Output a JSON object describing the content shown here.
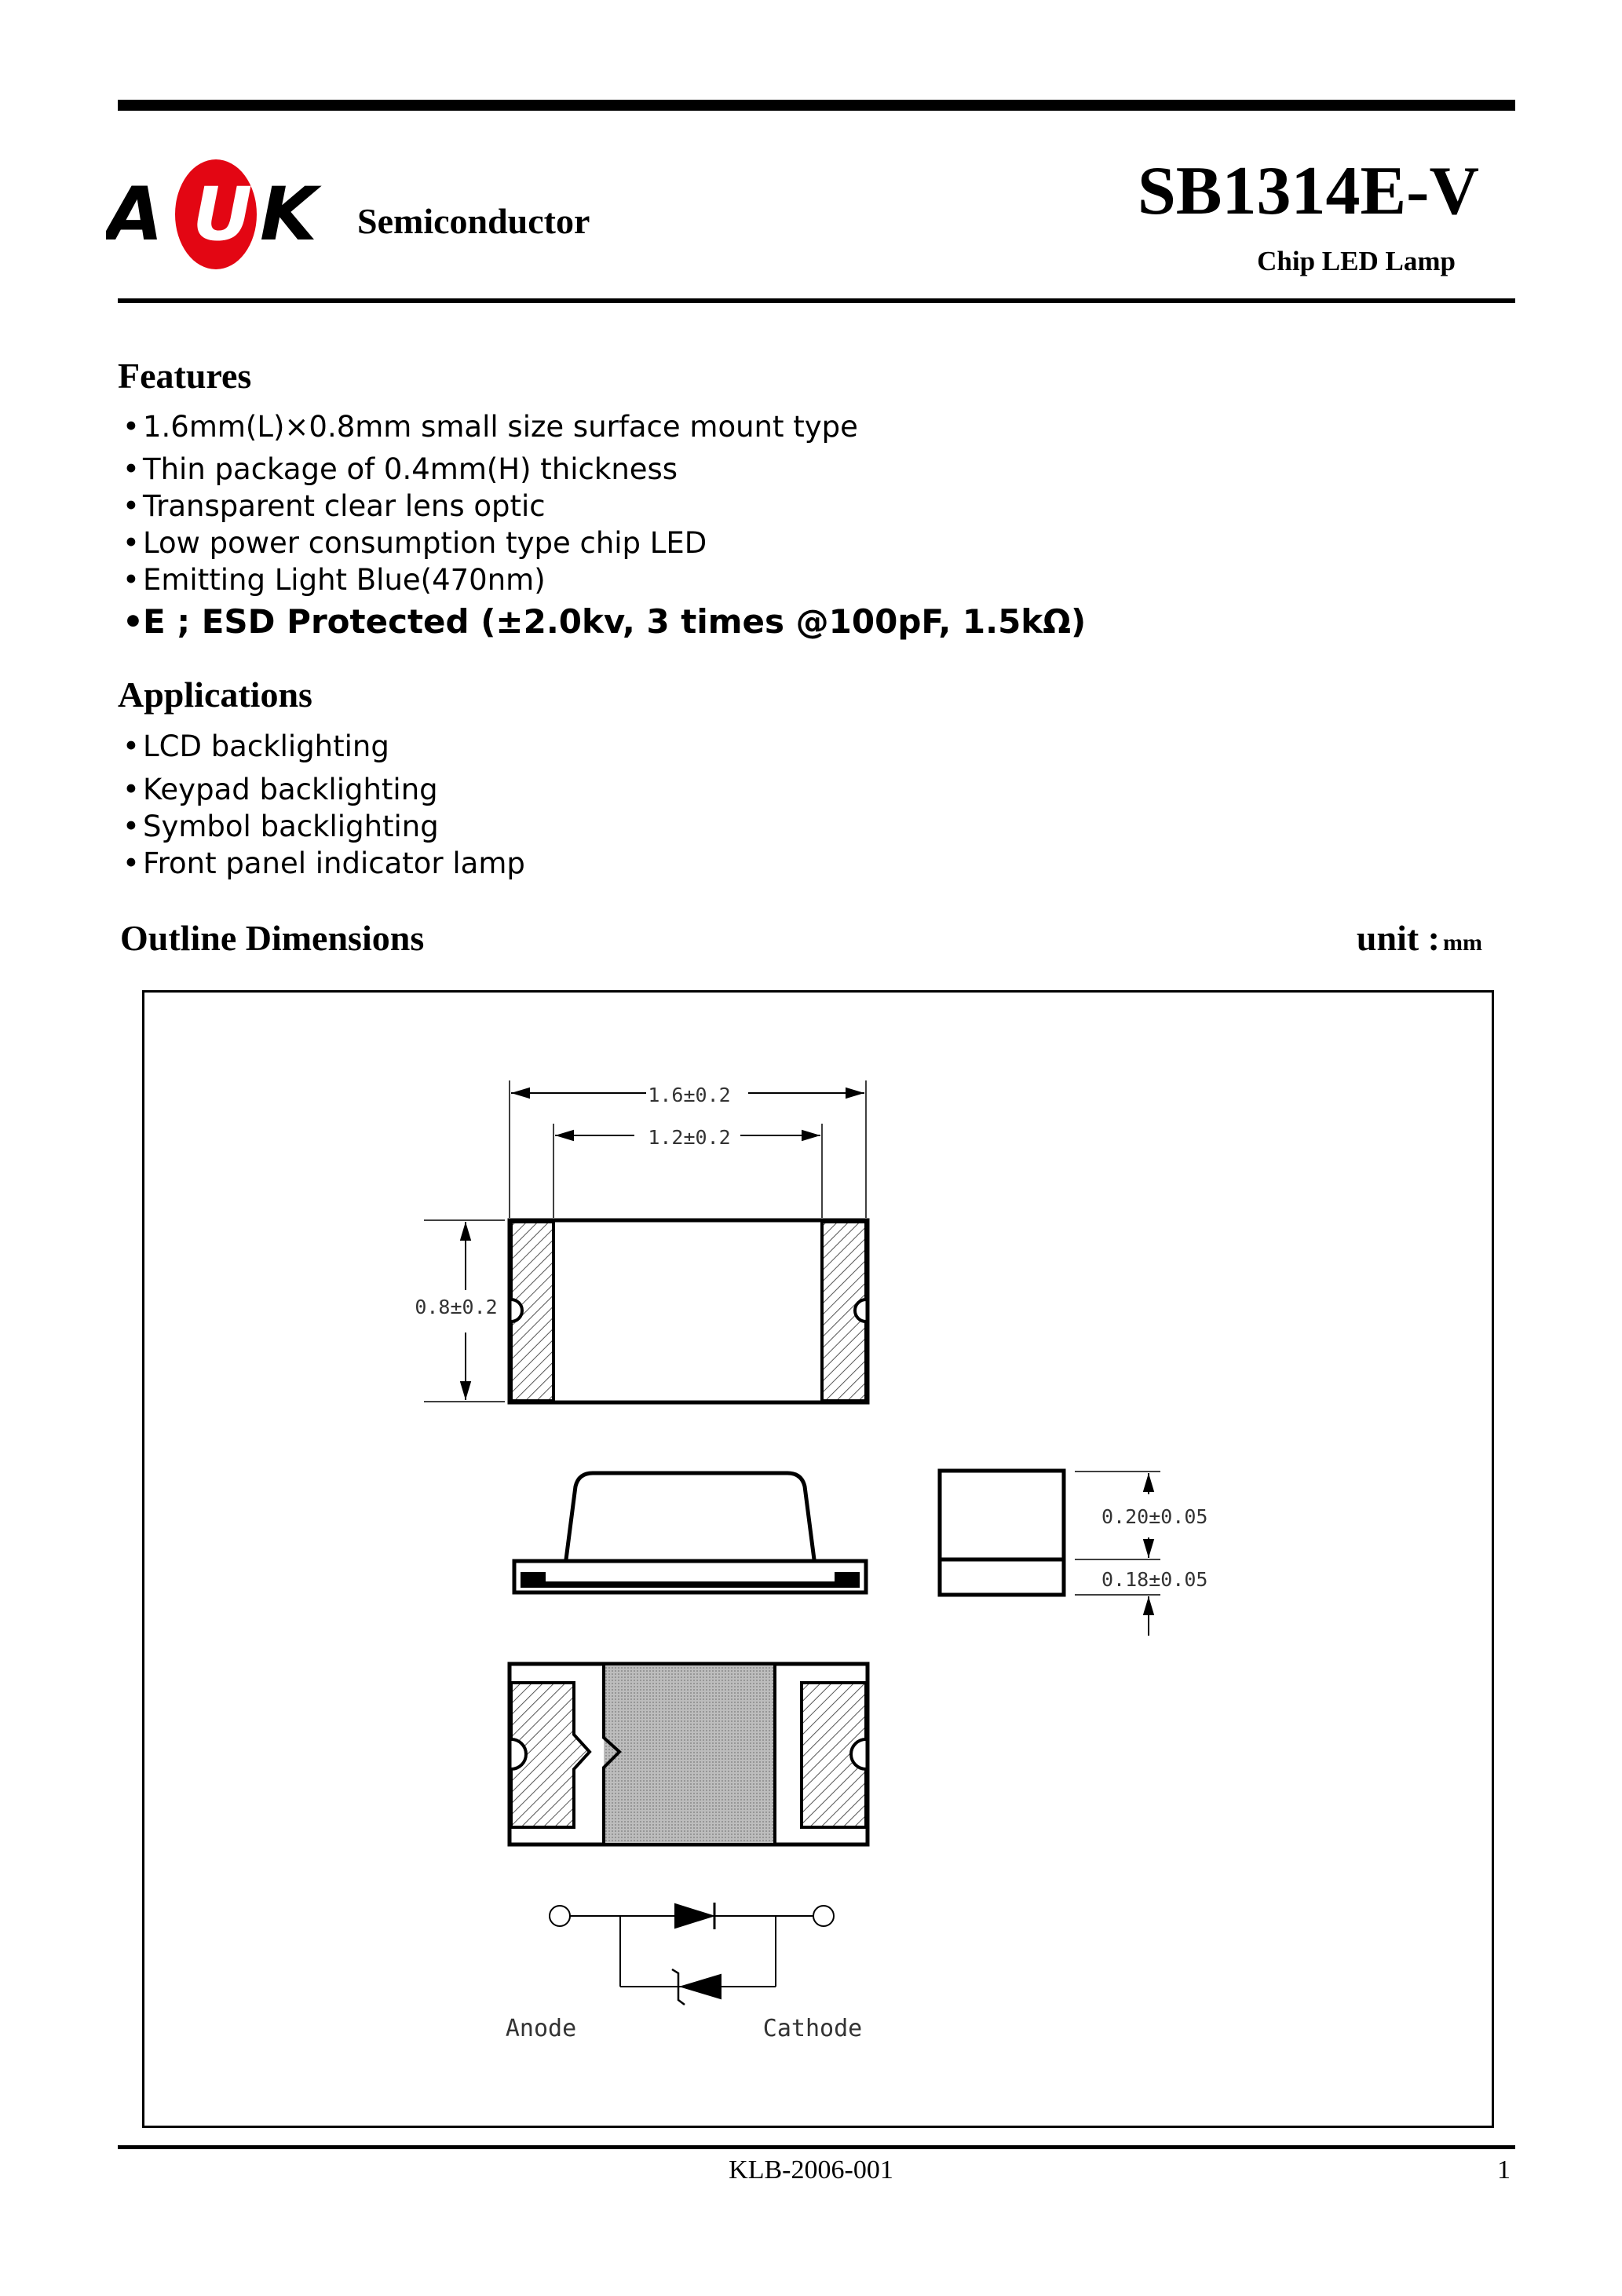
{
  "header": {
    "logo": {
      "letters": [
        "A",
        "U",
        "K"
      ],
      "accent_color": "#e30613"
    },
    "company": "Semiconductor",
    "part_number": "SB1314E-V",
    "product_type": "Chip LED Lamp"
  },
  "features": {
    "title": "Features",
    "items": [
      "1.6mm(L)×0.8mm small size surface mount type",
      "Thin package of 0.4mm(H) thickness",
      "Transparent clear lens optic",
      "Low power consumption type chip LED",
      "Emitting Light Blue(470nm)",
      "E ; ESD Protected (±2.0kv, 3 times @100pF, 1.5kΩ)"
    ]
  },
  "applications": {
    "title": "Applications",
    "items": [
      "LCD backlighting",
      "Keypad backlighting",
      "Symbol backlighting",
      "Front panel indicator lamp"
    ]
  },
  "outline": {
    "title": "Outline Dimensions",
    "unit_label": "unit :",
    "unit_value": "mm",
    "dimensions": {
      "length": "1.6±0.2",
      "inner_length": "1.2±0.2",
      "width": "0.8±0.2",
      "height_upper": "0.20±0.05",
      "height_lower": "0.18±0.05"
    },
    "circuit": {
      "anode": "Anode",
      "cathode": "Cathode"
    }
  },
  "footer": {
    "doc_code": "KLB-2006-001",
    "page": "1"
  }
}
